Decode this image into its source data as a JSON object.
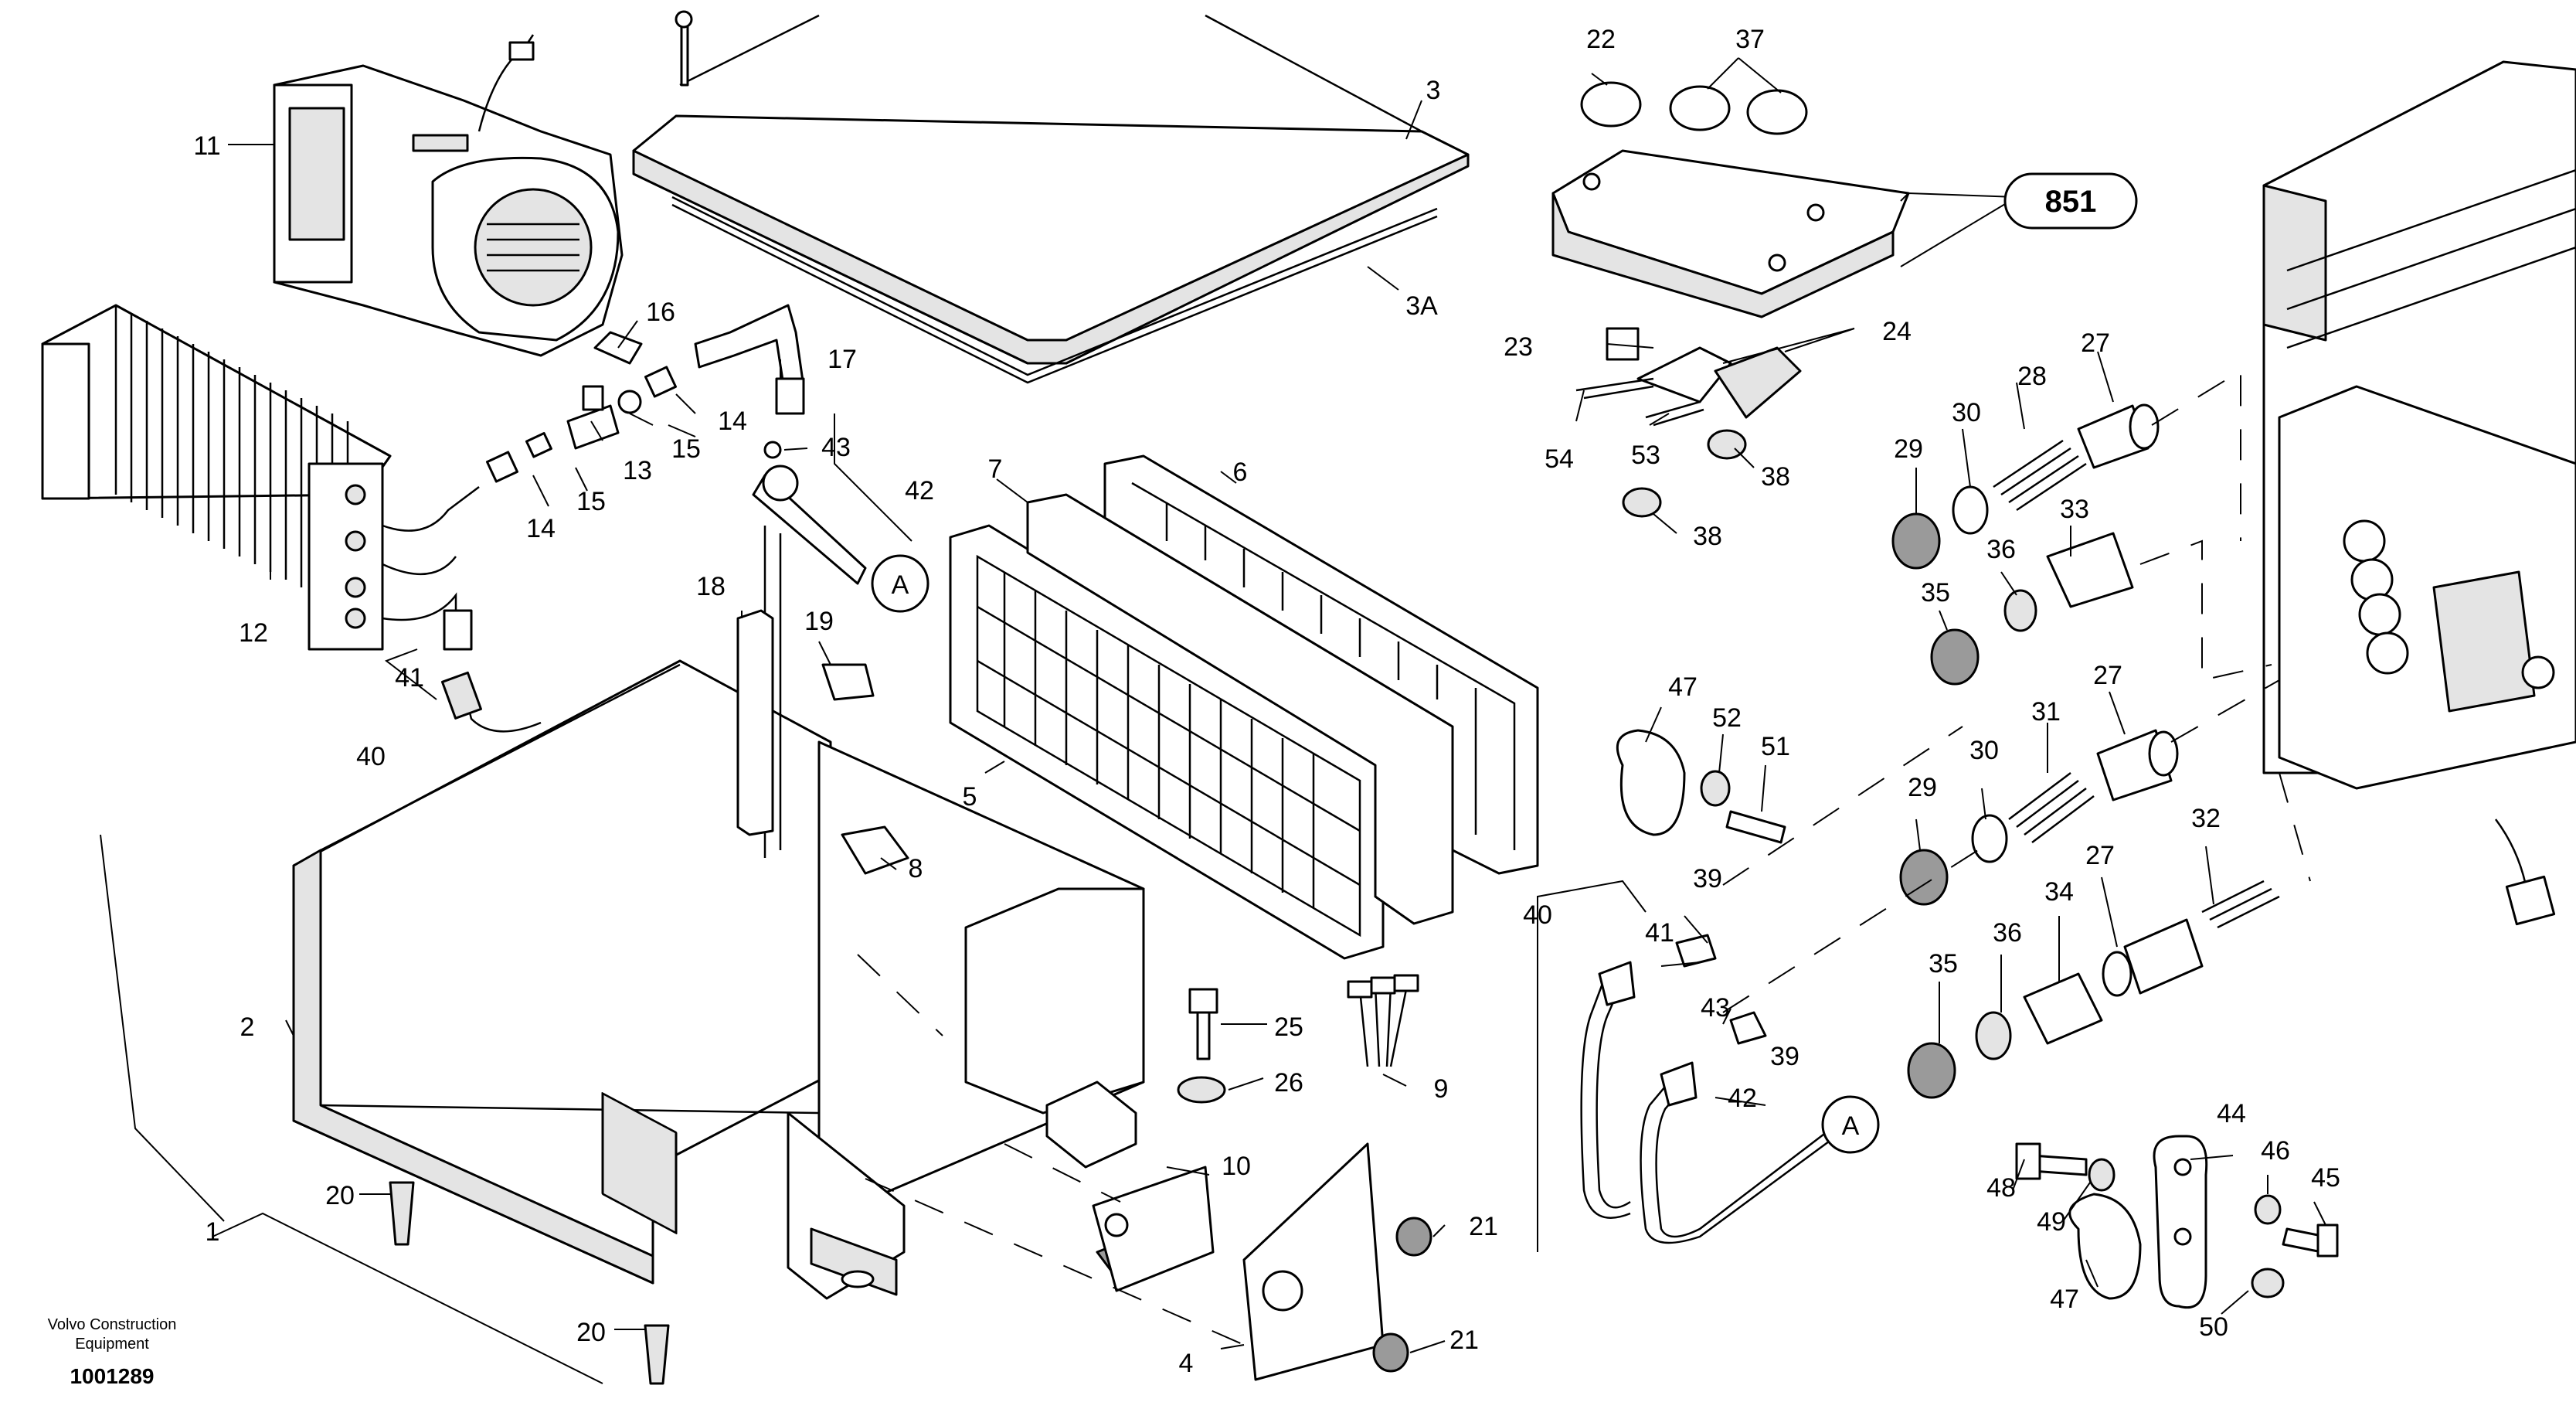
{
  "footer": {
    "brand_line1": "Volvo Construction",
    "brand_line2": "Equipment",
    "doc_number": "1001289"
  },
  "callouts": {
    "ref_851": "851",
    "ref_A": "A"
  },
  "part_labels": [
    "1",
    "2",
    "3",
    "3A",
    "4",
    "5",
    "6",
    "7",
    "8",
    "9",
    "10",
    "11",
    "12",
    "13",
    "14",
    "14",
    "15",
    "15",
    "16",
    "17",
    "18",
    "19",
    "20",
    "20",
    "21",
    "21",
    "22",
    "23",
    "24",
    "25",
    "26",
    "27",
    "27",
    "27",
    "28",
    "29",
    "29",
    "30",
    "30",
    "31",
    "32",
    "33",
    "34",
    "35",
    "35",
    "36",
    "36",
    "37",
    "38",
    "38",
    "39",
    "39",
    "40",
    "40",
    "41",
    "41",
    "42",
    "42",
    "43",
    "43",
    "44",
    "45",
    "46",
    "47",
    "47",
    "48",
    "49",
    "50",
    "51",
    "52",
    "53",
    "54"
  ]
}
